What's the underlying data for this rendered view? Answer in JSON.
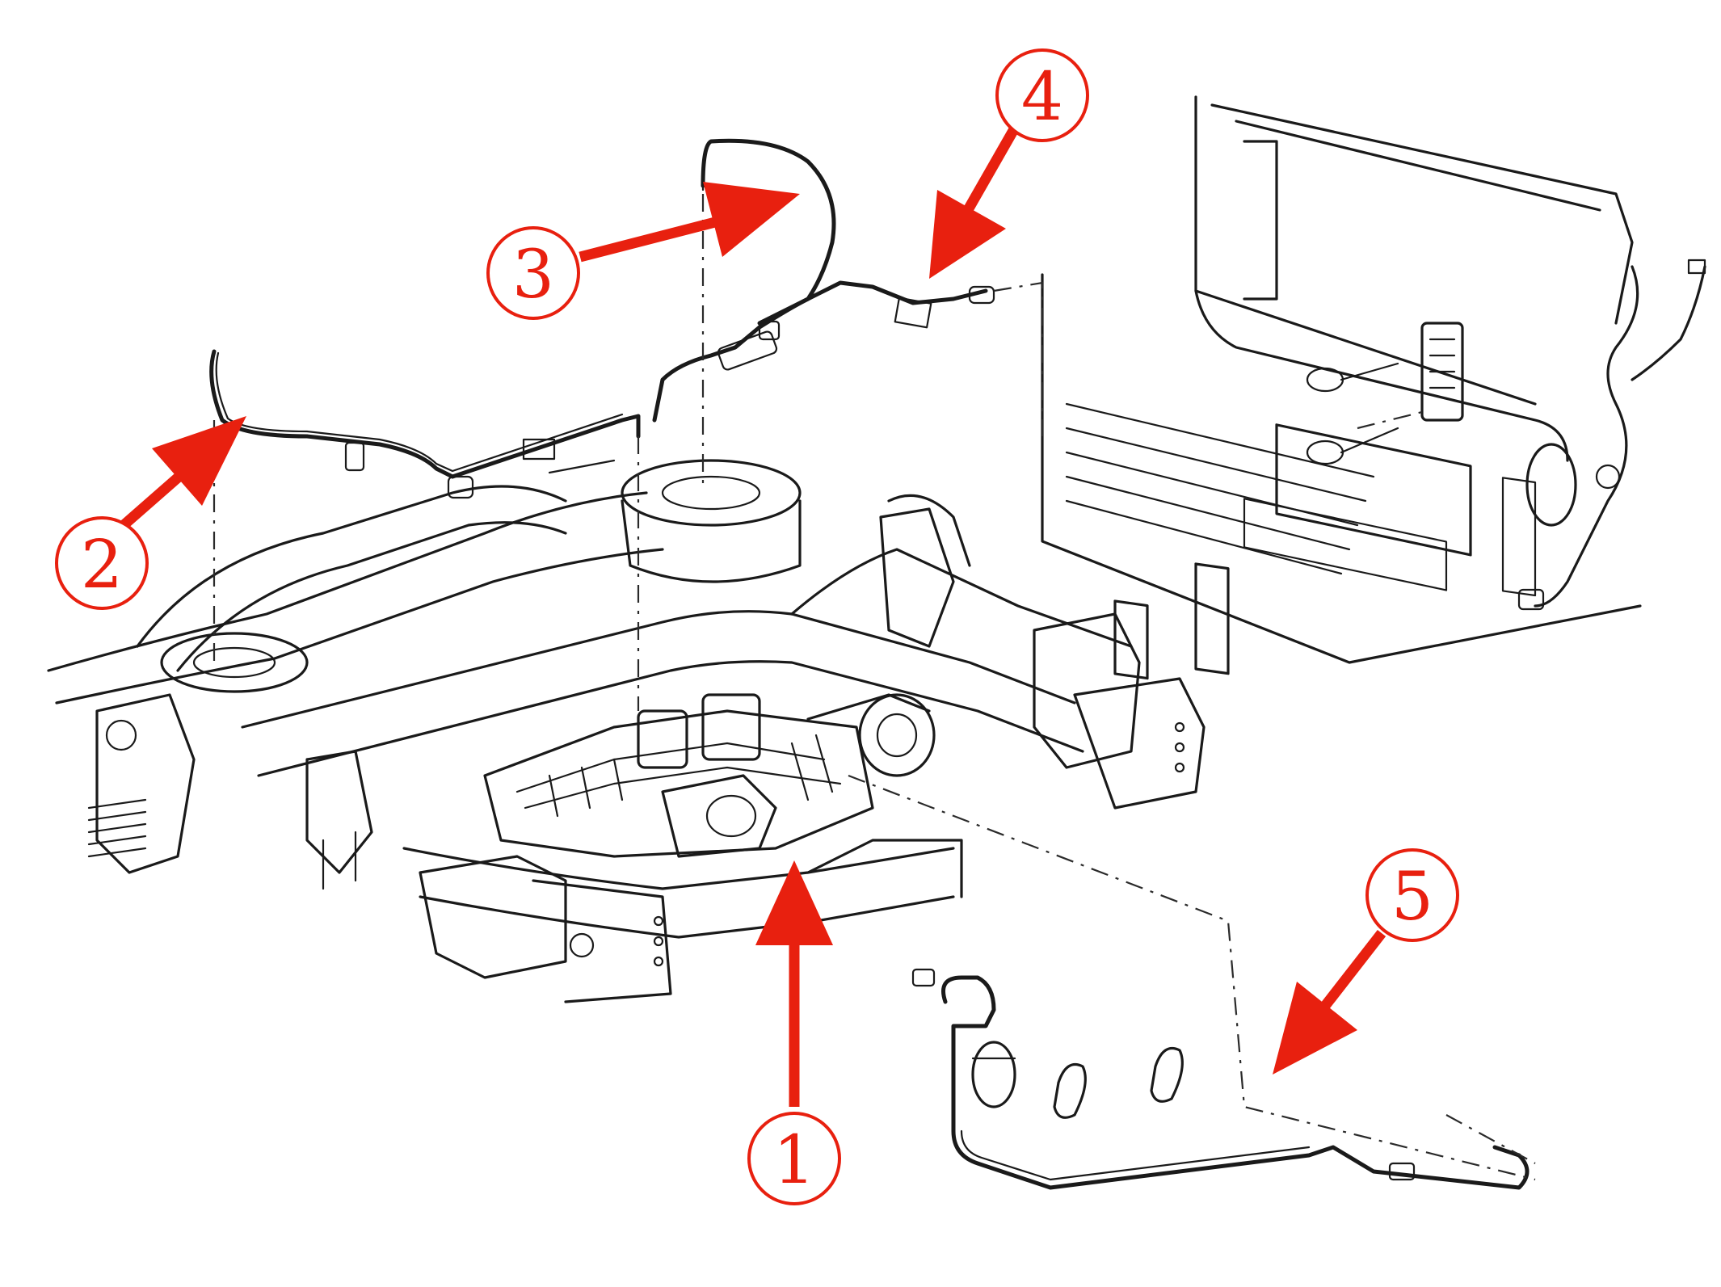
{
  "callouts": [
    {
      "id": "1",
      "label": "1"
    },
    {
      "id": "2",
      "label": "2"
    },
    {
      "id": "3",
      "label": "3"
    },
    {
      "id": "4",
      "label": "4"
    },
    {
      "id": "5",
      "label": "5"
    }
  ],
  "colors": {
    "callout": "#e8200f",
    "linework": "#1a1a1a",
    "background": "#ffffff"
  }
}
